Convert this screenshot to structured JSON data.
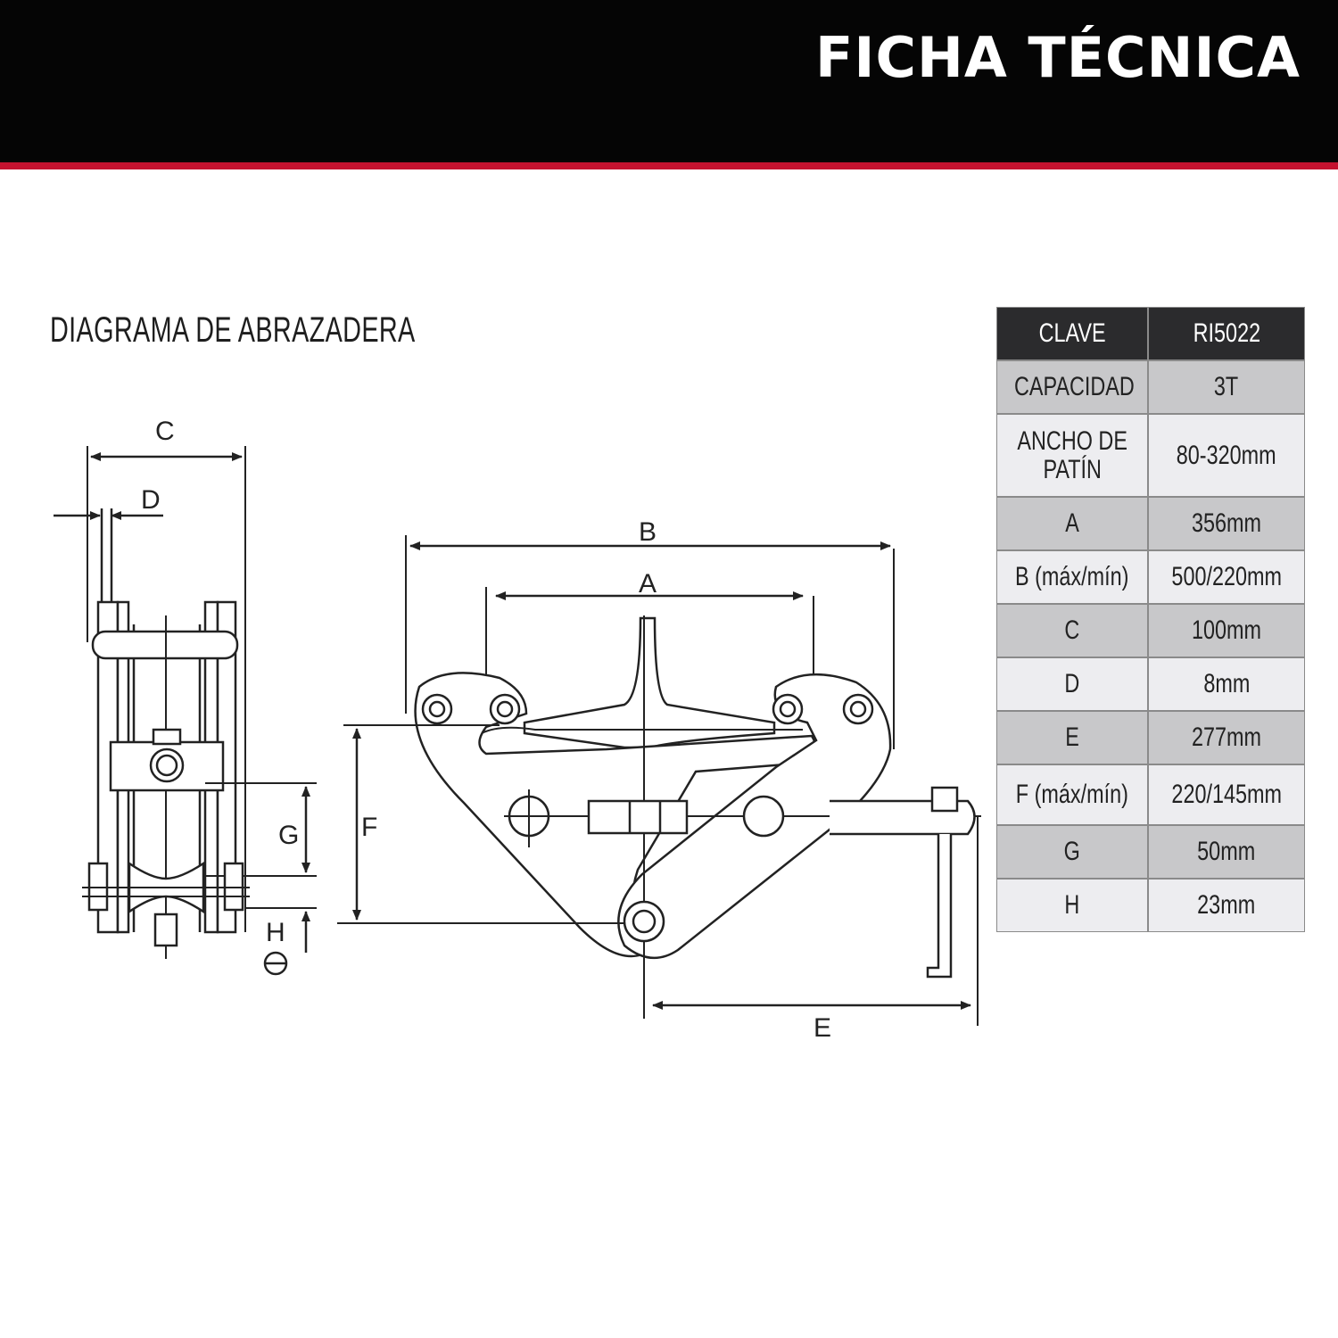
{
  "header": {
    "title": "FICHA TÉCNICA",
    "accent_color": "#c4122f",
    "background": "#050505"
  },
  "diagram": {
    "title": "DIAGRAMA DE ABRAZADERA",
    "labels": {
      "a": "A",
      "b": "B",
      "c": "C",
      "d": "D",
      "e": "E",
      "f": "F",
      "g": "G",
      "h": "H"
    }
  },
  "specs": {
    "header": {
      "key": "CLAVE",
      "value": "RI5022"
    },
    "rows": [
      {
        "key": "CAPACIDAD",
        "value": "3T"
      },
      {
        "key_line1": "ANCHO DE",
        "key_line2": "PATÍN",
        "value": "80-320mm"
      },
      {
        "key": "A",
        "value": "356mm"
      },
      {
        "key": "B (máx/mín)",
        "value": "500/220mm"
      },
      {
        "key": "C",
        "value": "100mm"
      },
      {
        "key": "D",
        "value": "8mm"
      },
      {
        "key": "E",
        "value": "277mm"
      },
      {
        "key": "F (máx/mín)",
        "value": "220/145mm"
      },
      {
        "key": "G",
        "value": "50mm"
      },
      {
        "key": "H",
        "value": "23mm"
      }
    ]
  }
}
